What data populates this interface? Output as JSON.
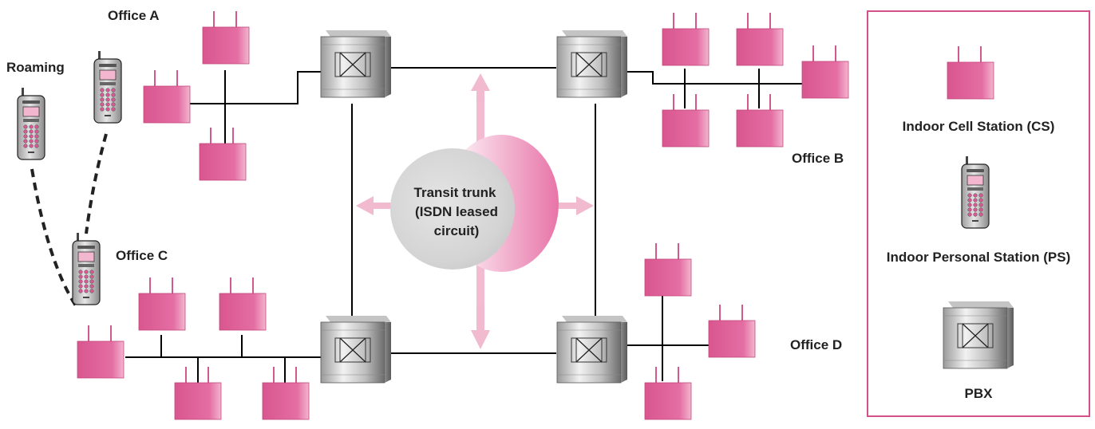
{
  "colors": {
    "cell_station": "#e0649c",
    "cell_station_dark": "#b23d74",
    "pbx_light": "#d8d8d8",
    "pbx_dark": "#6a6a6a",
    "line": "#000000",
    "legend_border": "#d4508a",
    "trunk_arrow": "#f2bcd0"
  },
  "labels": {
    "office_a": "Office  A",
    "office_b": "Office B",
    "office_c": "Office C",
    "office_d": "Office D",
    "roaming": "Roaming"
  },
  "trunk": {
    "line1": "Transit trunk",
    "line2": "(ISDN leased",
    "line3": "circuit)"
  },
  "legend": {
    "cs_label": "Indoor Cell Station (CS)",
    "ps_label": "Indoor Personal Station (PS)",
    "pbx_label": "PBX"
  }
}
